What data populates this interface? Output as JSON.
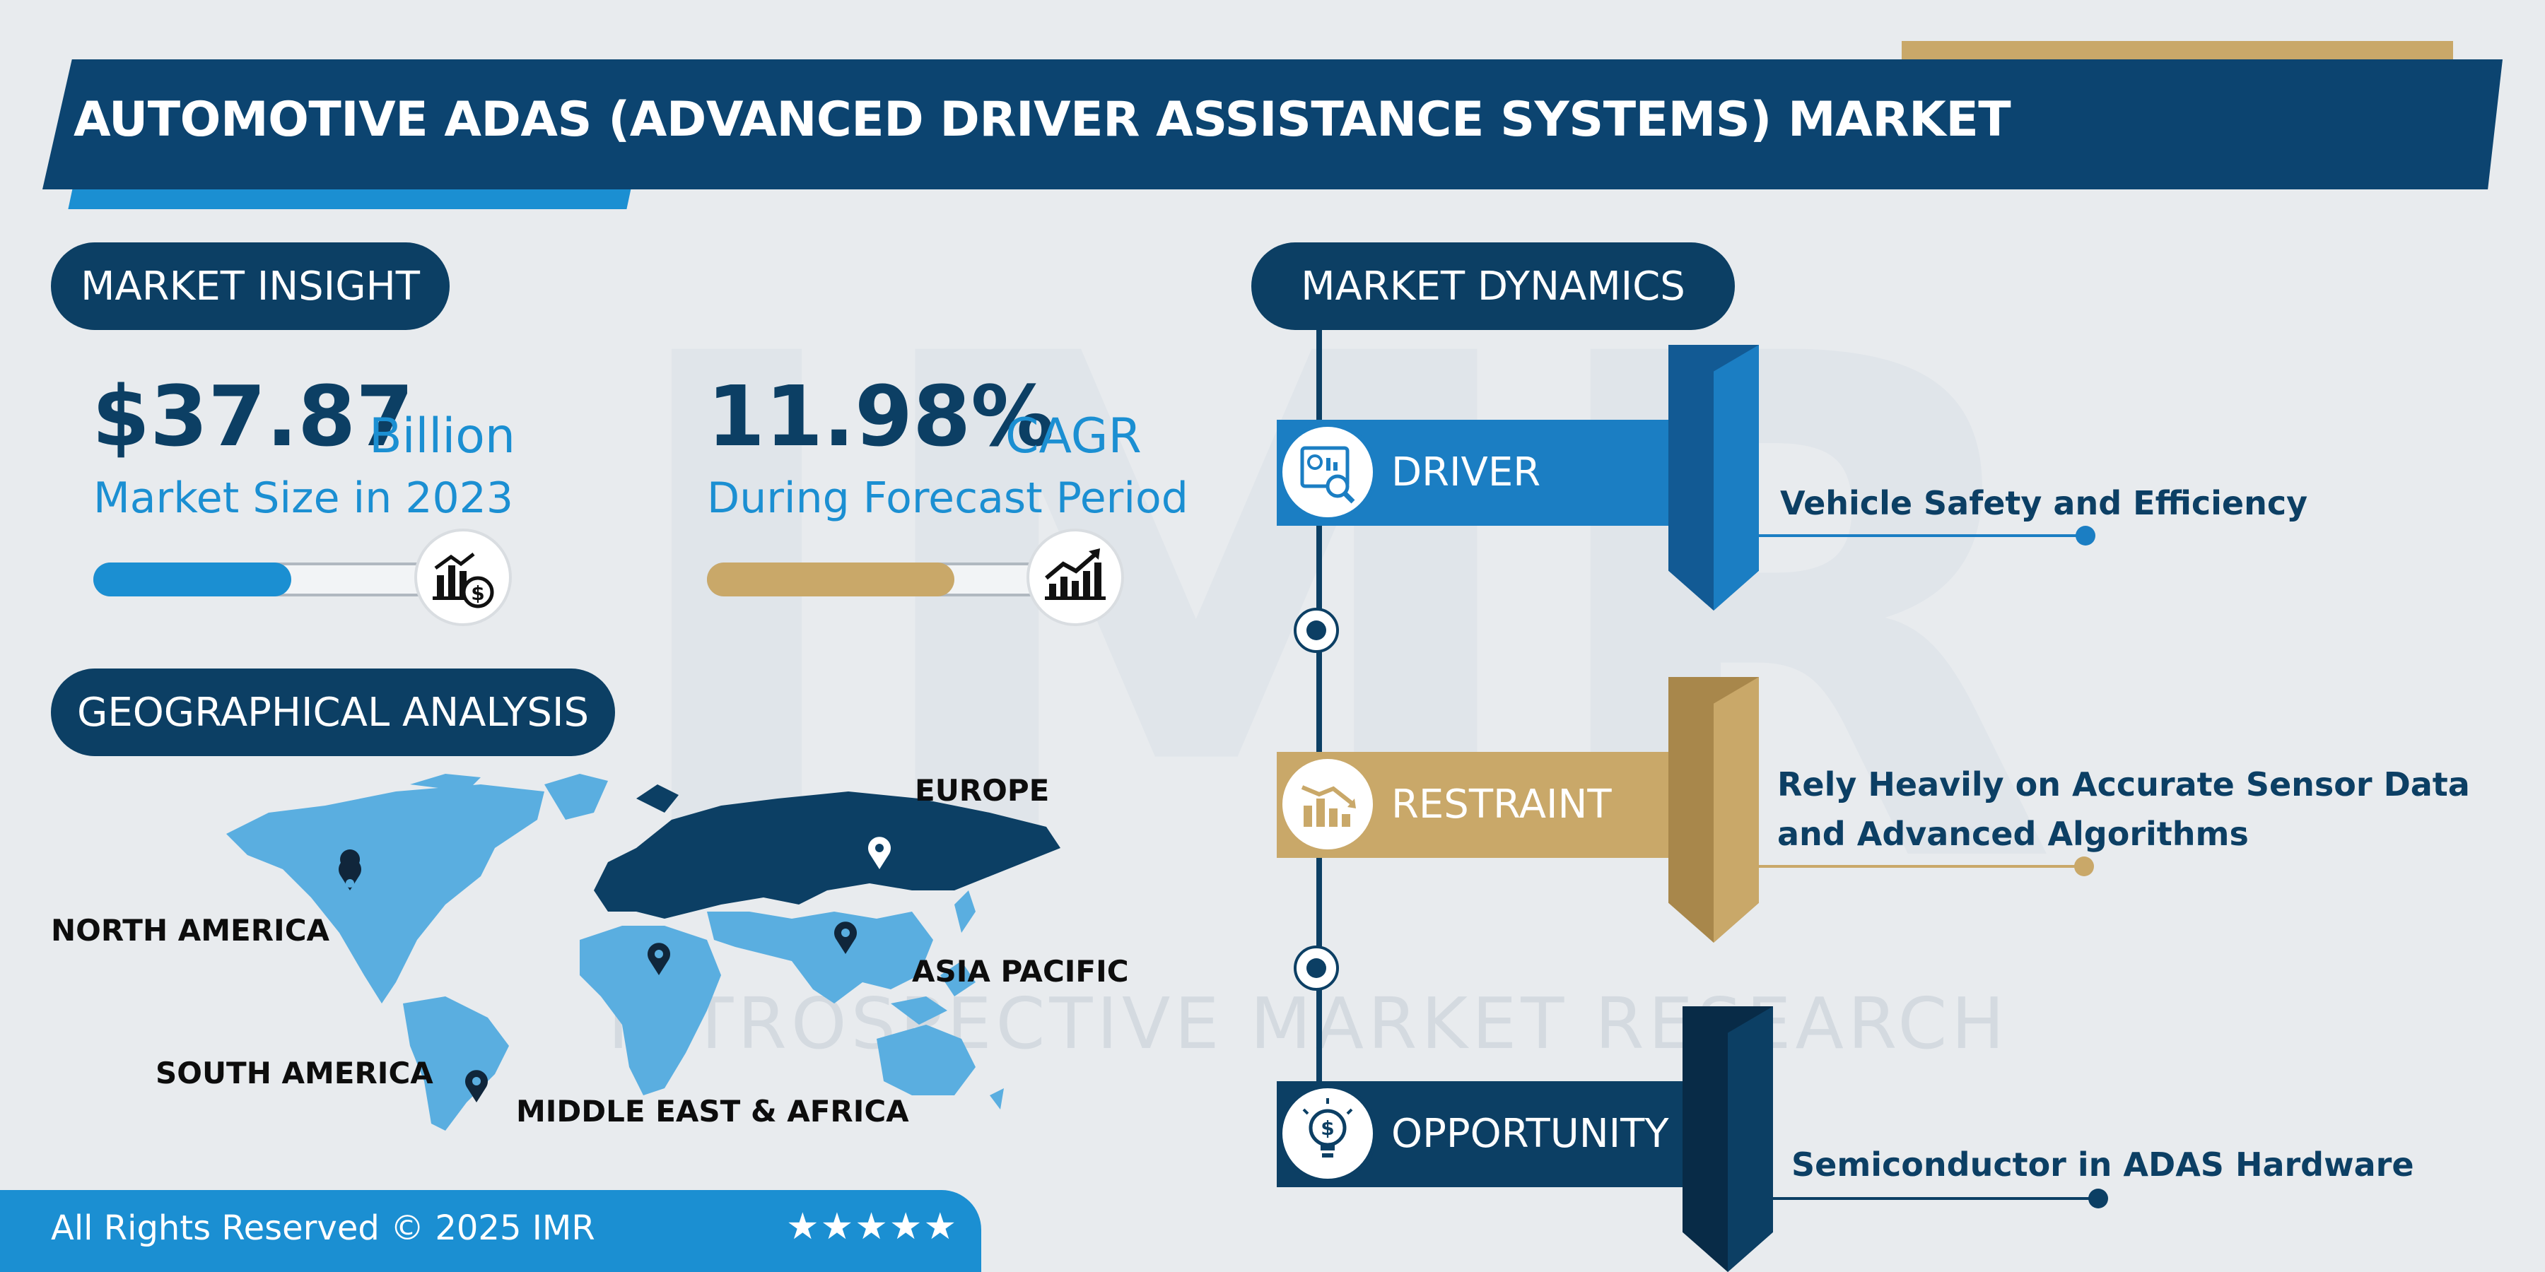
{
  "title": "AUTOMOTIVE ADAS (ADVANCED DRIVER ASSISTANCE SYSTEMS) MARKET",
  "market_insight": {
    "heading": "MARKET INSIGHT",
    "market_size": {
      "value": "$37.87",
      "unit": "Billion",
      "caption": "Market Size in 2023",
      "icon": "bar-chart-dollar-icon"
    },
    "cagr": {
      "value": "11.98%",
      "unit": "CAGR",
      "caption": "During Forecast Period",
      "icon": "trending-chart-icon"
    }
  },
  "geographical_analysis": {
    "heading": "GEOGRAPHICAL ANALYSIS",
    "regions": [
      "NORTH AMERICA",
      "EUROPE",
      "ASIA PACIFIC",
      "SOUTH AMERICA",
      "MIDDLE EAST & AFRICA"
    ]
  },
  "market_dynamics": {
    "heading": "MARKET DYNAMICS",
    "items": [
      {
        "label": "DRIVER",
        "text_lines": [
          "Vehicle Safety and Efficiency"
        ],
        "icon": "chart-magnifier-icon",
        "color": "#1b7ec3"
      },
      {
        "label": "RESTRAINT",
        "text_lines": [
          "Rely Heavily on Accurate Sensor Data",
          "and Advanced Algorithms"
        ],
        "icon": "declining-chart-icon",
        "color": "#c9a869"
      },
      {
        "label": "OPPORTUNITY",
        "text_lines": [
          "Semiconductor in ADAS Hardware"
        ],
        "icon": "lightbulb-dollar-icon",
        "color": "#0c3f64"
      }
    ]
  },
  "footer": {
    "text": "All Rights Reserved © 2025 IMR",
    "stars": "★★★★★"
  },
  "watermark": "INTROSPECTIVE MARKET RESEARCH",
  "colors": {
    "navy": "#0c3f64",
    "blue": "#1b7ec3",
    "light_blue": "#3aa0d8",
    "gold": "#c9a869",
    "map_light": "#5aaee0"
  }
}
